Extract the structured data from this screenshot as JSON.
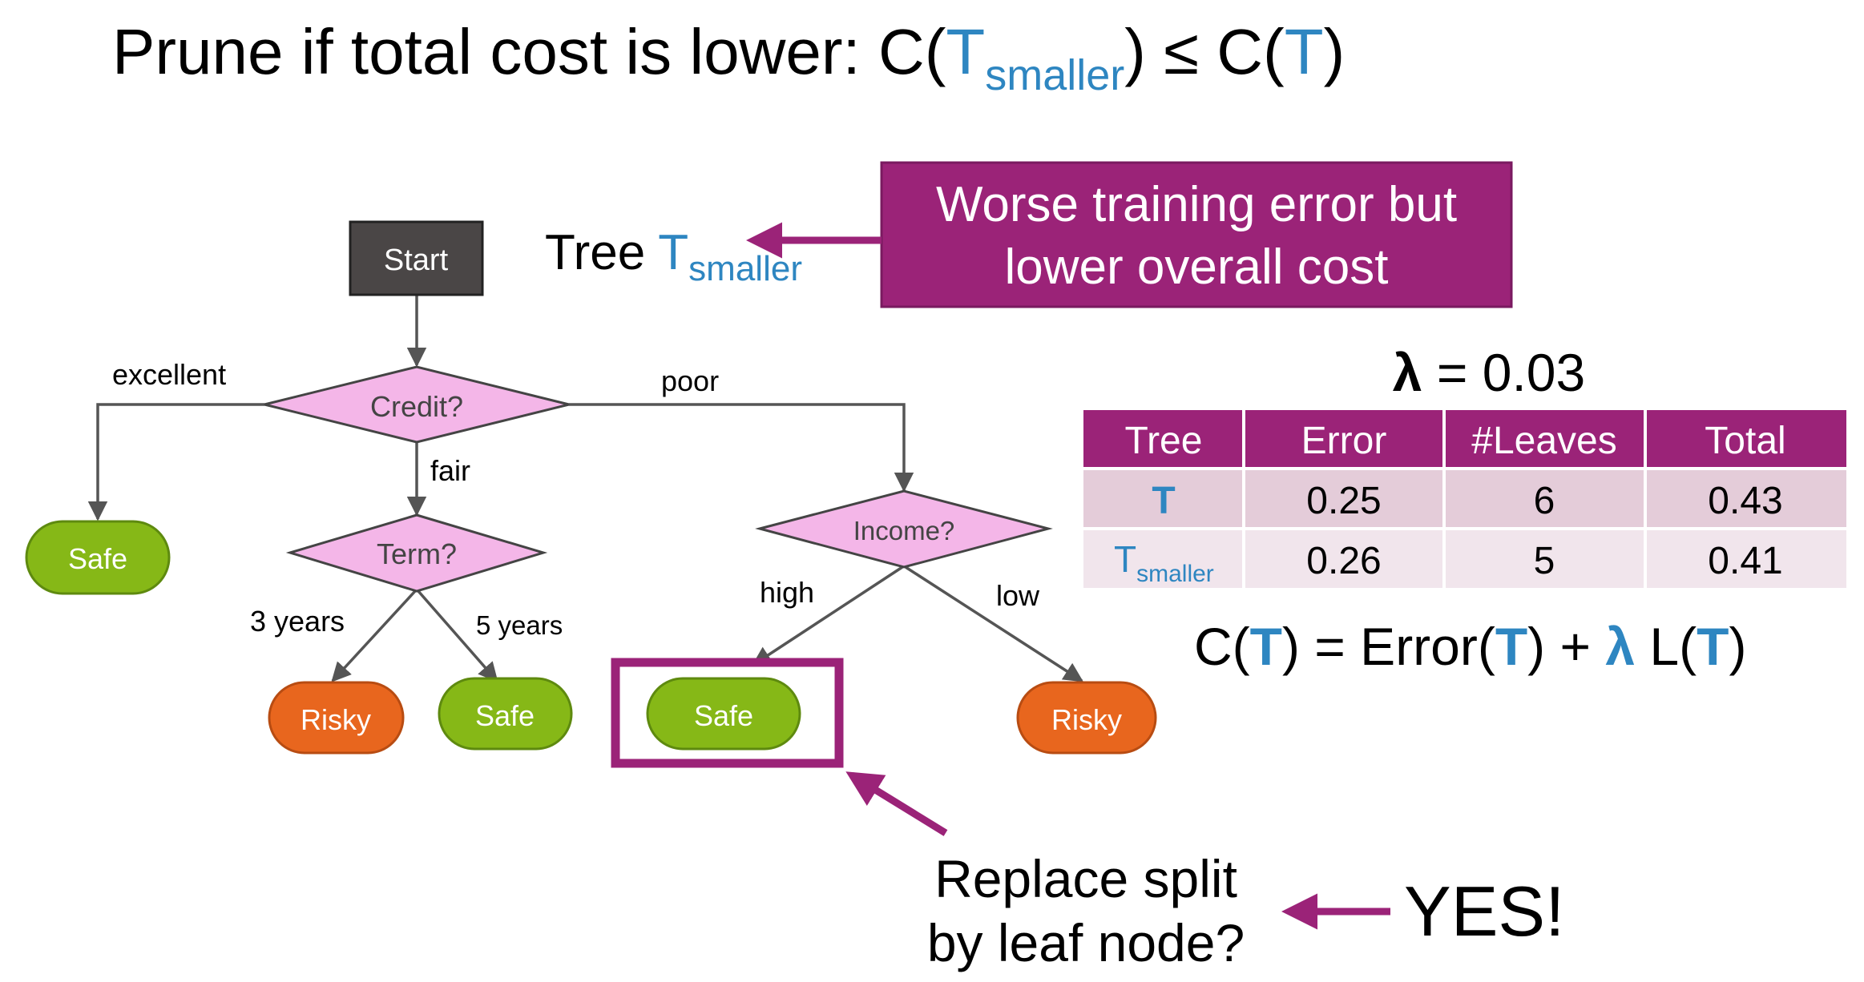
{
  "title": {
    "prefix": "Prune if total cost is lower: C(",
    "t_main": "T",
    "t_sub": "smaller",
    "mid": ") ≤ C(",
    "t2": "T",
    "suffix": ")"
  },
  "tree_label": {
    "prefix": "Tree ",
    "t_main": "T",
    "t_sub": "smaller"
  },
  "callout_top": {
    "line1": "Worse training error but",
    "line2": "lower overall cost"
  },
  "tree": {
    "start": "Start",
    "credit": "Credit?",
    "term": "Term?",
    "income": "Income?",
    "edge_excellent": "excellent",
    "edge_fair": "fair",
    "edge_poor": "poor",
    "edge_3years": "3 years",
    "edge_5years": "5 years",
    "edge_high": "high",
    "edge_low": "low",
    "leaf_safe_excellent": "Safe",
    "leaf_risky_3years": "Risky",
    "leaf_safe_5years": "Safe",
    "leaf_safe_high": "Safe",
    "leaf_risky_low": "Risky"
  },
  "lambda": {
    "symbol": "λ",
    "eq": " = 0.03"
  },
  "table": {
    "headers": [
      "Tree",
      "Error",
      "#Leaves",
      "Total"
    ],
    "row1": {
      "tree": "T",
      "error": "0.25",
      "leaves": "6",
      "total": "0.43"
    },
    "row2": {
      "tree_main": "T",
      "tree_sub": "smaller",
      "error": "0.26",
      "leaves": "5",
      "total": "0.41"
    }
  },
  "formula": {
    "p1": "C(",
    "t1": "T",
    "p2": ") = Error(",
    "t2": "T",
    "p3": ") + ",
    "lam": "λ",
    "p4": " L(",
    "t3": "T",
    "p5": ")"
  },
  "bottom": {
    "line1": "Replace split",
    "line2": "by leaf node?",
    "answer": "YES!"
  },
  "colors": {
    "accent_blue": "#2e86c1",
    "purple": "#9b2378",
    "diamond_pink": "#f4b6e8",
    "leaf_green": "#86b817",
    "leaf_orange": "#e8661e",
    "start_dark": "#4a4646"
  }
}
